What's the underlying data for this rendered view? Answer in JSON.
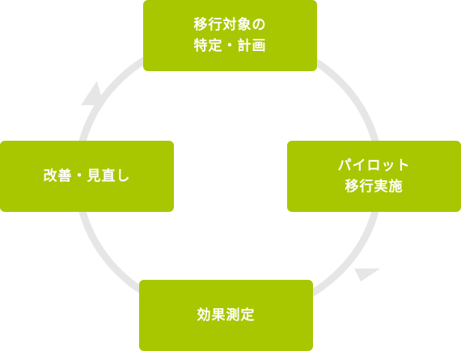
{
  "colors": {
    "box": "#a8c700",
    "box_text": "#ffffff",
    "ring": "#e6e6e6",
    "background": "#ffffff"
  },
  "steps": [
    {
      "lines": [
        "移行対象の",
        "特定・計画"
      ]
    },
    {
      "lines": [
        "パイロット",
        "移行実施"
      ]
    },
    {
      "lines": [
        "効果測定"
      ]
    },
    {
      "lines": [
        "改善・見直し"
      ]
    }
  ]
}
